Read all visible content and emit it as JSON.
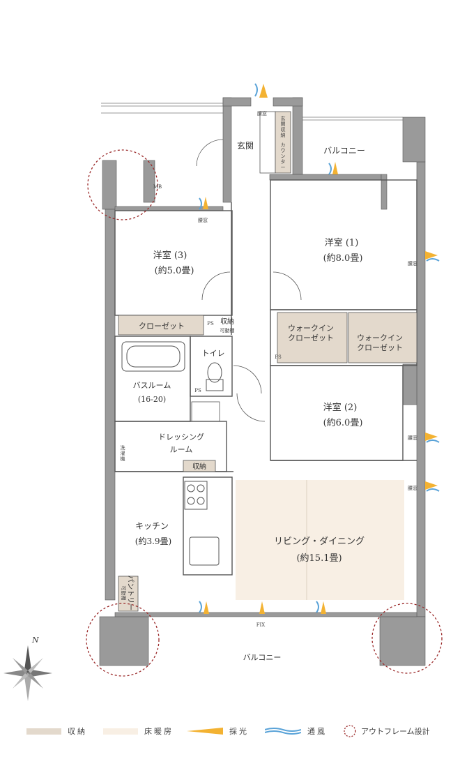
{
  "rooms": {
    "western3": {
      "name": "洋室 (3)",
      "size": "(約5.0畳)"
    },
    "western1": {
      "name": "洋室 (1)",
      "size": "(約8.0畳)"
    },
    "western2": {
      "name": "洋室 (2)",
      "size": "(約6.0畳)"
    },
    "entrance": "玄関",
    "balcony_top": "バルコニー",
    "balcony_bottom": "バルコニー",
    "closet": "クローゼット",
    "walkin1": [
      "ウォークイン",
      "クローゼット"
    ],
    "walkin2": [
      "ウォークイン",
      "クローゼット"
    ],
    "toilet": "トイレ",
    "bathroom": {
      "name": "バスルーム",
      "size": "(16-20)"
    },
    "dressing": [
      "ドレッシング",
      "ルーム"
    ],
    "storage_dressing": "収納",
    "storage_hall": [
      "収",
      "納"
    ],
    "storage_hall_sub": [
      "可動棚"
    ],
    "kitchen": {
      "name": "キッチン",
      "size": "(約3.9畳)"
    },
    "living": {
      "name": "リビング・ダイニング",
      "size": "(約15.1畳)"
    },
    "pantry": "パントリー",
    "pantry_sub": "可動棚"
  },
  "small_labels": {
    "koshimado": "腰窓",
    "mb": "MB",
    "ps": "PS",
    "fix": "FIX",
    "genkan_storage": [
      "玄",
      "関",
      "収",
      "納"
    ],
    "counter": [
      "カ",
      "ウ",
      "ン",
      "タ",
      "ー"
    ],
    "laundry": [
      "洗",
      "濯",
      "機"
    ]
  },
  "compass": "N",
  "legend": [
    {
      "label": "収納",
      "color": "#e3d9cc",
      "kind": "storage"
    },
    {
      "label": "床暖房",
      "color": "#f8efe4",
      "kind": "floor-heating"
    },
    {
      "label": "採光",
      "color": "#f3b232",
      "kind": "lighting"
    },
    {
      "label": "通風",
      "color": "#5aa3d8",
      "kind": "ventilation"
    },
    {
      "label": "アウトフレーム設計",
      "color": "#9b2a2a",
      "kind": "outframe"
    }
  ]
}
